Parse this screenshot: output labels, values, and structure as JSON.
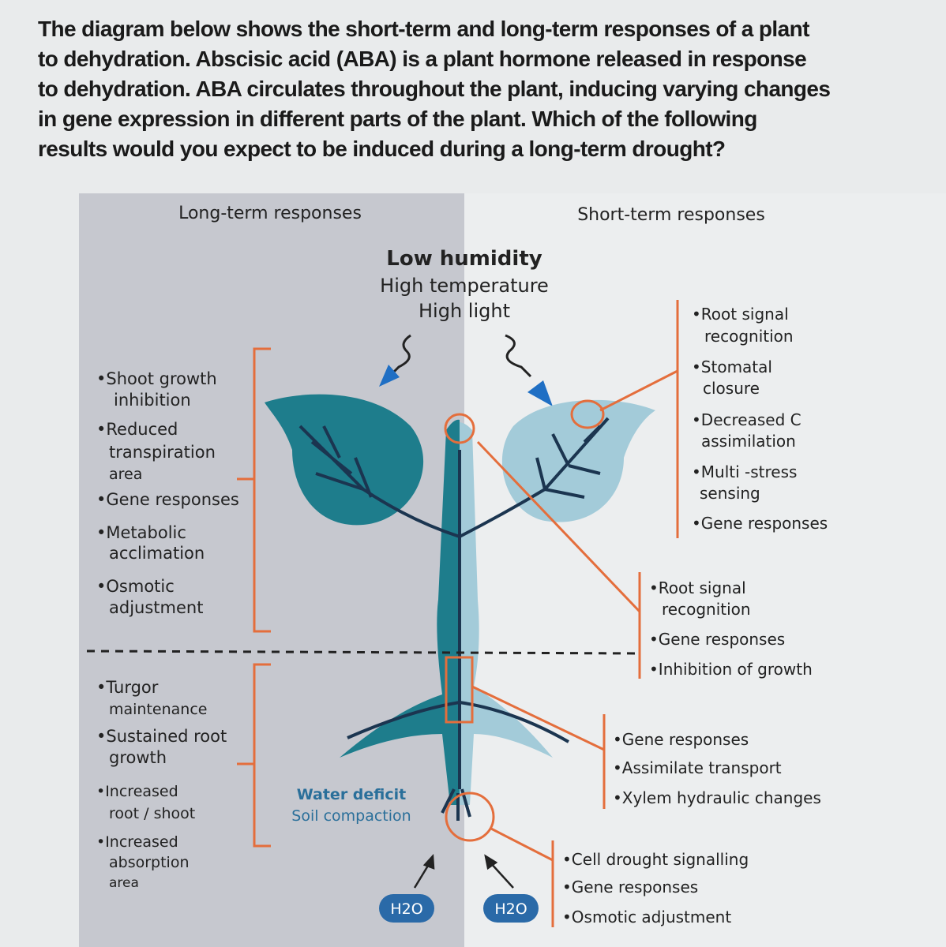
{
  "question": {
    "lines": [
      "The diagram below shows the short-term and long-term responses of a plant",
      "to dehydration. Abscisic acid (ABA) is a plant hormone released in response",
      "to dehydration. ABA circulates throughout the plant, inducing varying changes",
      "in gene expression in different parts of the plant. Which of the following",
      "results would you expect to be induced during a long-term drought?"
    ]
  },
  "diagram": {
    "long_term_heading": "Long-term responses",
    "short_term_heading": "Short-term responses",
    "conditions": [
      "Low humidity",
      "High temperature",
      "High light"
    ],
    "soil_conditions": [
      "Water deficit",
      "Soil compaction"
    ],
    "water_label": "H2O",
    "long_term_upper": [
      "•Shoot growth",
      "inhibition",
      "•Reduced",
      "transpiration",
      "area",
      "•Gene responses",
      "•Metabolic",
      "acclimation",
      "•Osmotic",
      "adjustment"
    ],
    "long_term_lower": [
      "•Turgor",
      "maintenance",
      "•Sustained root",
      "growth",
      "•Increased",
      "root / shoot",
      "•Increased",
      "absorption",
      "area"
    ],
    "short_term_leaf": [
      "•Root signal",
      "recognition",
      "•Stomatal",
      "closure",
      "•Decreased C",
      "assimilation",
      "•Multi -stress",
      "sensing",
      "•Gene responses"
    ],
    "short_term_shoot": [
      "•Root signal",
      "recognition",
      "•Gene responses",
      "•Inhibition of growth"
    ],
    "short_term_stem": [
      "•Gene responses",
      "•Assimilate transport",
      "•Xylem hydraulic changes"
    ],
    "short_term_root": [
      "•Cell drought signalling",
      "•Gene responses",
      "•Osmotic adjustment"
    ],
    "colors": {
      "dark_teal": "#1e7d8c",
      "light_blue": "#a3cbd9",
      "orange": "#e46e3c",
      "panel": "#c6c8cf",
      "blue_arrow": "#1f6fc4",
      "navy": "#1b3550"
    }
  }
}
